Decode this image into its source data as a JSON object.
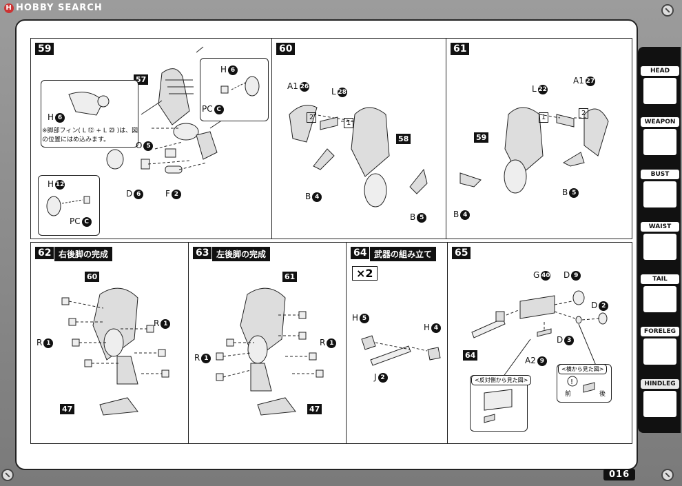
{
  "watermark": "HOBBY SEARCH",
  "page_number": "016",
  "sidebar": {
    "tabs": [
      {
        "label": "HEAD",
        "icon": "head-icon"
      },
      {
        "label": "WEAPON",
        "icon": "weapon-icon"
      },
      {
        "label": "BUST",
        "icon": "bust-icon"
      },
      {
        "label": "WAIST",
        "icon": "waist-icon"
      },
      {
        "label": "TAIL",
        "icon": "tail-icon"
      },
      {
        "label": "FORELEG",
        "icon": "foreleg-icon"
      },
      {
        "label": "HINDLEG",
        "icon": "hindleg-icon"
      }
    ]
  },
  "steps": {
    "s59": {
      "number": "59",
      "part_57": "57",
      "H6": "H",
      "H6n": "6",
      "H6b": "H",
      "H6bn": "6",
      "PC": "PC",
      "PCn": "C",
      "O5": "O",
      "O5n": "5",
      "D6": "D",
      "D6n": "6",
      "F2": "F",
      "F2n": "2",
      "H12": "H",
      "H12n": "12",
      "PCb": "PC",
      "PCbn": "C",
      "note": "※脚部フィン( L ⑫ + L ㉓ )は、図の位置にはめ込みます。"
    },
    "s60": {
      "number": "60",
      "A1": "A1",
      "A1n": "26",
      "L": "L",
      "Ln": "28",
      "box2": "2",
      "box1": "1",
      "part_58": "58",
      "B4": "B",
      "B4n": "4",
      "B5": "B",
      "B5n": "5"
    },
    "s61": {
      "number": "61",
      "L": "L",
      "Ln": "22",
      "A1": "A1",
      "A1n": "27",
      "box1": "1",
      "box2": "2",
      "part_59": "59",
      "B5": "B",
      "B5n": "5",
      "B4": "B",
      "B4n": "4"
    },
    "s62": {
      "number": "62",
      "title": "右後脚の完成",
      "part_60": "60",
      "R1a": "R",
      "R1an": "1",
      "R1b": "R",
      "R1bn": "1",
      "part_47": "47"
    },
    "s63": {
      "number": "63",
      "title": "左後脚の完成",
      "part_61": "61",
      "R1a": "R",
      "R1an": "1",
      "R1b": "R",
      "R1bn": "1",
      "part_47": "47"
    },
    "s64": {
      "number": "64",
      "title": "武器の組み立て",
      "multiplier": "×2",
      "H5": "H",
      "H5n": "5",
      "H4": "H",
      "H4n": "4",
      "J2": "J",
      "J2n": "2"
    },
    "s65": {
      "number": "65",
      "G40": "G",
      "G40n": "40",
      "D9": "D",
      "D9n": "9",
      "D2": "D",
      "D2n": "2",
      "D3": "D",
      "D3n": "3",
      "A2": "A2",
      "A2n": "9",
      "part_64": "64",
      "view_opposite": "<反対側から見た図>",
      "view_side": "<横から見た図>",
      "front": "前",
      "back": "後"
    }
  }
}
